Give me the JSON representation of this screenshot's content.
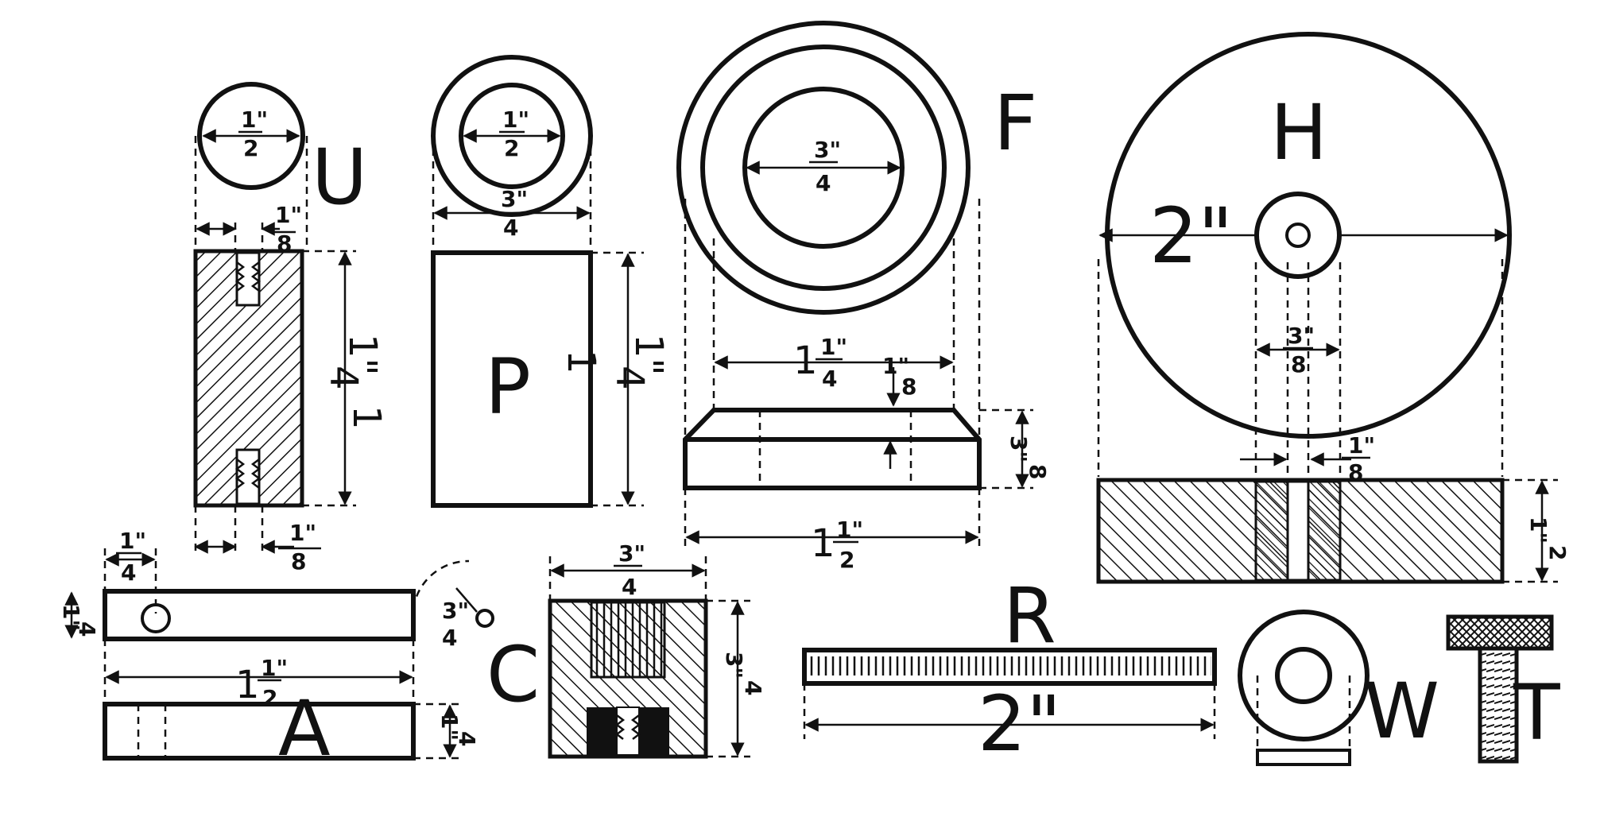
{
  "parts": {
    "U": {
      "letter": "U",
      "top_num": "1\"",
      "top_den": "2",
      "side_num": "1\"",
      "side_den": "4",
      "side_whole": "1",
      "small_num": "1\"",
      "small_den": "8",
      "bot_num": "1\"",
      "bot_den": "8"
    },
    "P": {
      "letter": "P",
      "top_num": "1\"",
      "top_den": "2",
      "width_num": "3\"",
      "width_den": "4",
      "side_whole": "1",
      "side_num": "1\"",
      "side_den": "4"
    },
    "F": {
      "letter": "F",
      "top_num": "3\"",
      "top_den": "4",
      "mid_whole": "1",
      "mid_num": "1\"",
      "mid_den": "4",
      "bevel_num": "1\"",
      "bevel_den": "8",
      "side_num": "3\"",
      "side_den": "8",
      "bot_whole": "1",
      "bot_num": "1\"",
      "bot_den": "2"
    },
    "H": {
      "letter": "H",
      "radius": "2\"",
      "hole_num": "3\"",
      "hole_den": "8",
      "slot_num": "1\"",
      "slot_den": "8",
      "side_num": "1\"",
      "side_den": "2"
    },
    "A": {
      "letter": "A",
      "hole_num": "1\"",
      "hole_den": "4",
      "height_num": "1\"",
      "height_den": "4",
      "length_whole": "1",
      "length_num": "1\"",
      "length_den": "2",
      "side_num": "1\"",
      "side_den": "4",
      "arc_num": "3\"",
      "arc_den": "4"
    },
    "C": {
      "letter": "C",
      "top_num": "3\"",
      "top_den": "4",
      "side_num": "3\"",
      "side_den": "4"
    },
    "R": {
      "letter": "R",
      "length": "2\""
    },
    "W": {
      "letter": "W"
    },
    "T": {
      "letter": "T"
    }
  }
}
